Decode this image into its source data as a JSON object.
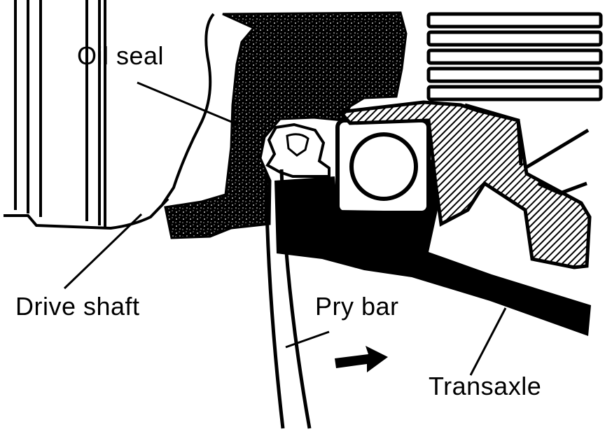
{
  "labels": {
    "oil_seal": "Oil seal",
    "drive_shaft": "Drive shaft",
    "pry_bar": "Pry bar",
    "transaxle": "Transaxle"
  },
  "colors": {
    "ink": "#000000",
    "paper": "#ffffff"
  },
  "icons": {
    "direction_arrow": "arrow-right-icon"
  }
}
